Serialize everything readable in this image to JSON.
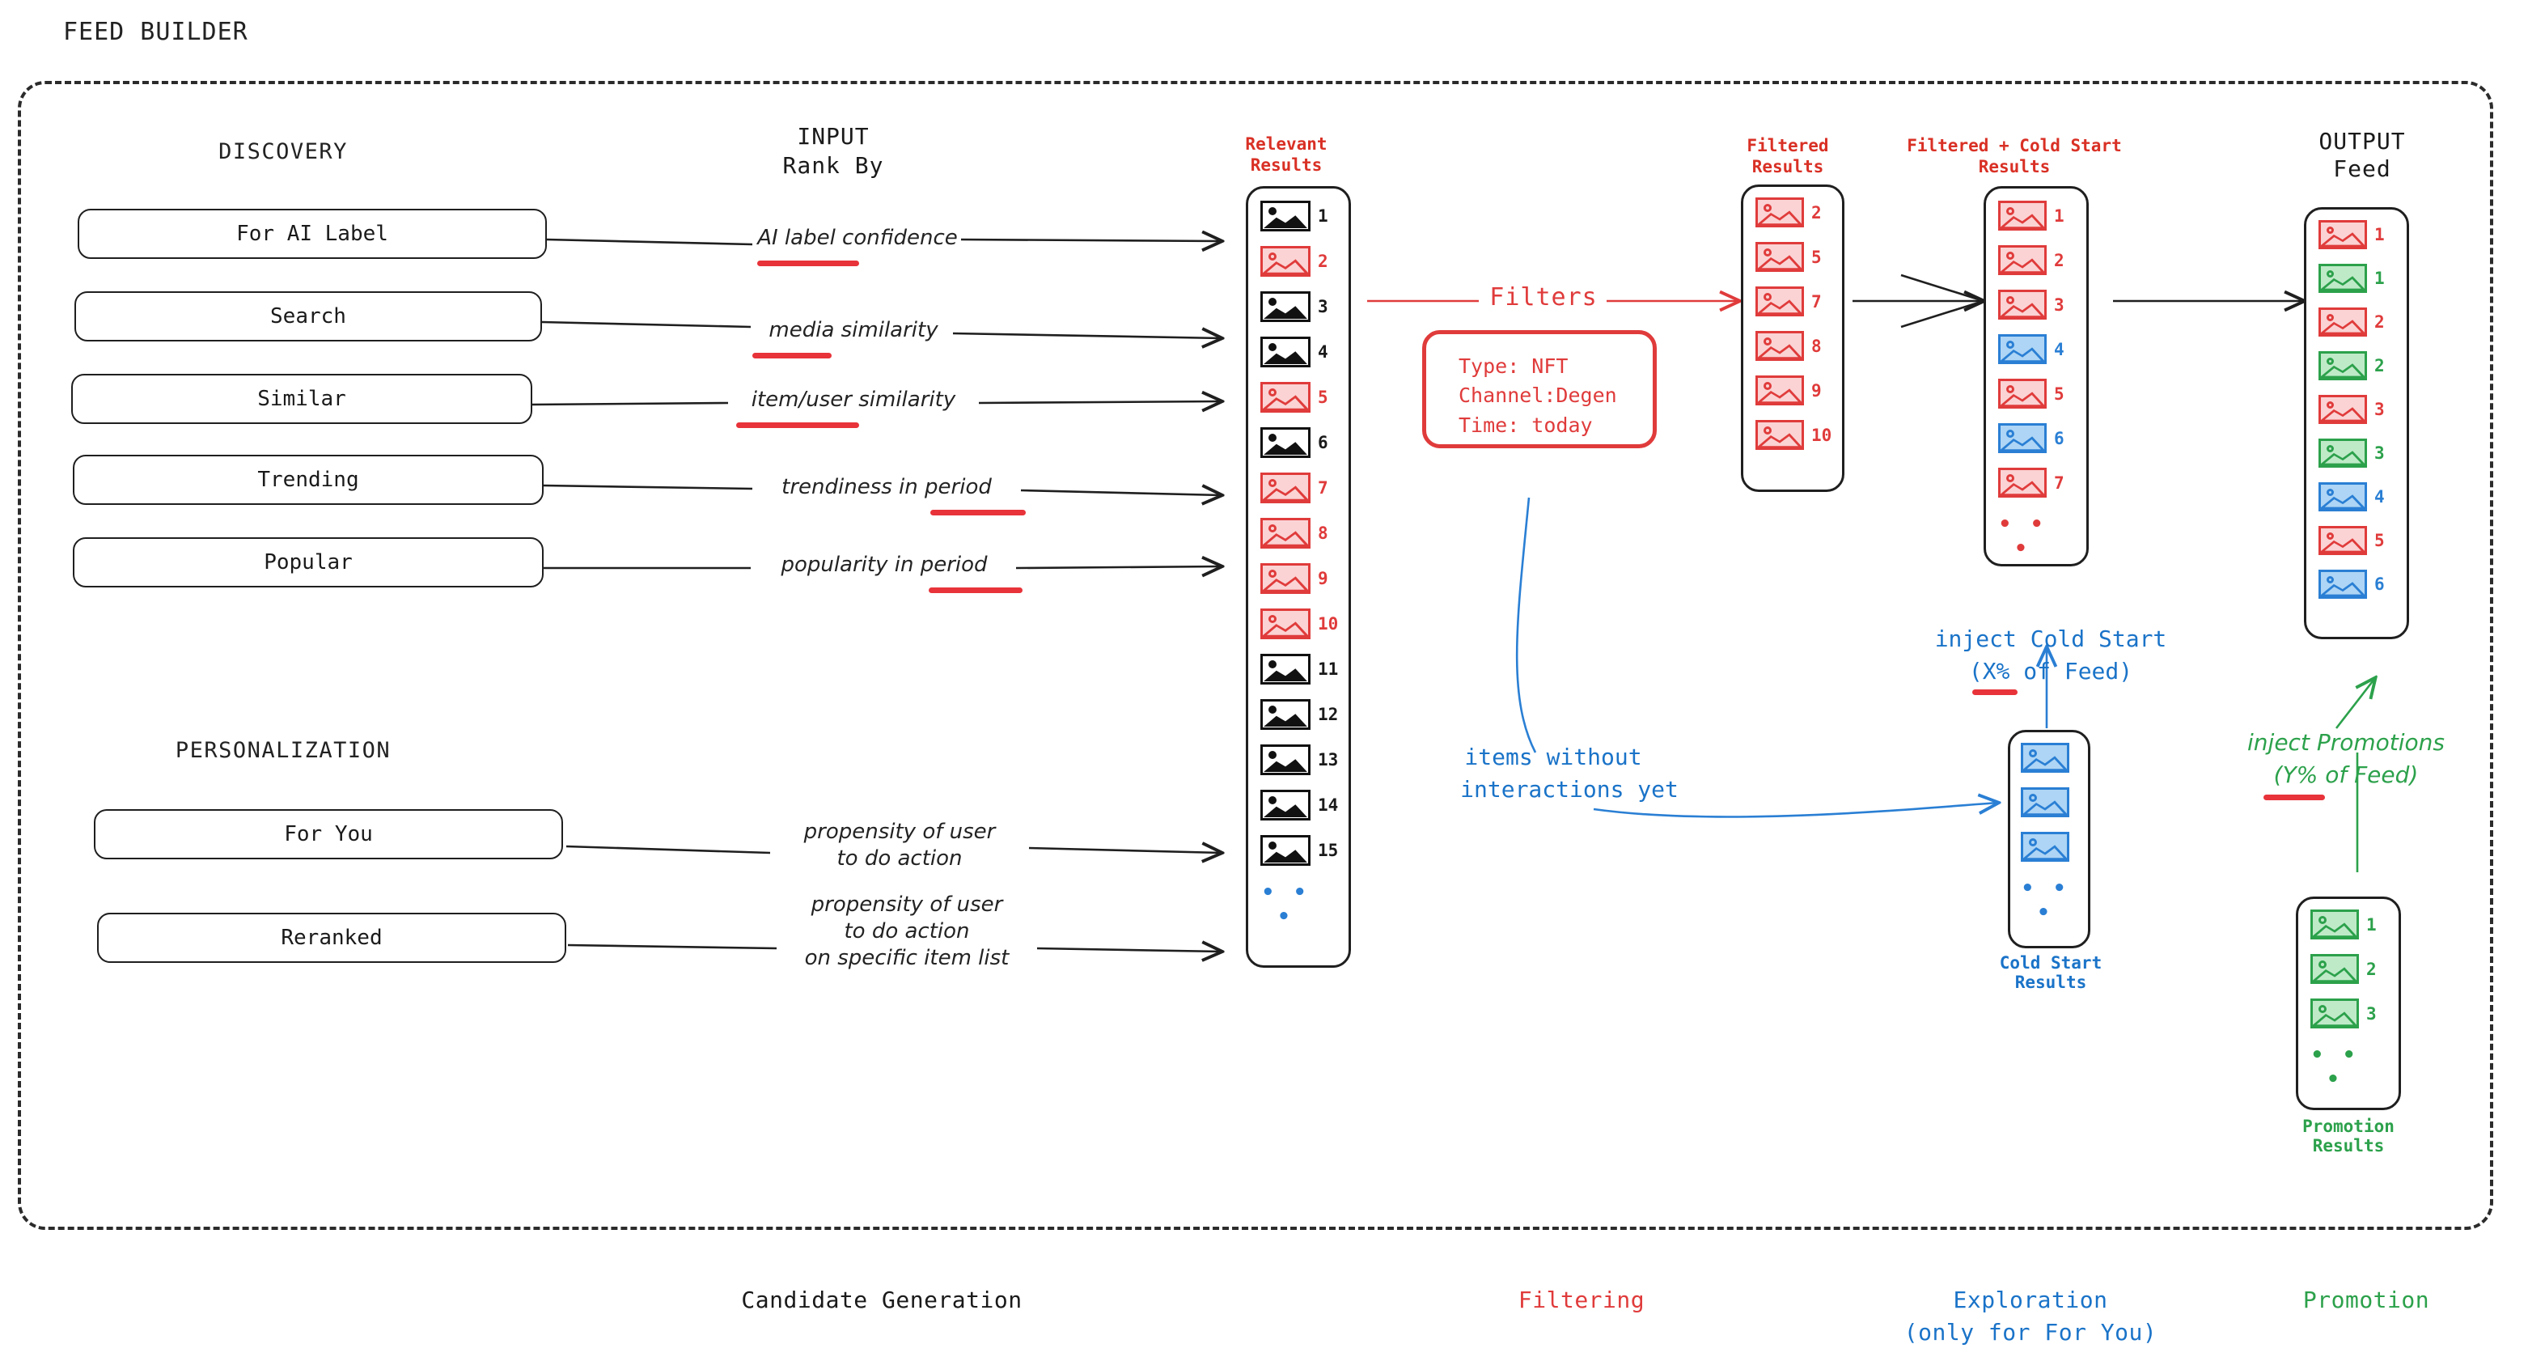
{
  "title": "FEED BUILDER",
  "sections": {
    "discovery_heading": "DISCOVERY",
    "personalization_heading": "PERSONALIZATION",
    "input_heading_line1": "INPUT",
    "input_heading_line2": "Rank By"
  },
  "discovery_sources": [
    {
      "label": "For AI Label",
      "rank_by": "AI label confidence",
      "underline_word": "AI"
    },
    {
      "label": "Search",
      "rank_by": "media similarity",
      "underline_word": "media"
    },
    {
      "label": "Similar",
      "rank_by": "item/user similarity",
      "underline_word": "item/user"
    },
    {
      "label": "Trending",
      "rank_by": "trendiness in period",
      "underline_word": "period"
    },
    {
      "label": "Popular",
      "rank_by": "popularity in period",
      "underline_word": "period"
    }
  ],
  "personalization_sources": [
    {
      "label": "For You",
      "rank_by": "propensity of user\nto do action"
    },
    {
      "label": "Reranked",
      "rank_by": "propensity of user\nto do action\non specific item list"
    }
  ],
  "columns": {
    "relevant": {
      "head_line1": "Relevant",
      "head_line2": "Results",
      "items": [
        {
          "index": "1",
          "color": "black"
        },
        {
          "index": "2",
          "color": "red"
        },
        {
          "index": "3",
          "color": "black"
        },
        {
          "index": "4",
          "color": "black"
        },
        {
          "index": "5",
          "color": "red"
        },
        {
          "index": "6",
          "color": "black"
        },
        {
          "index": "7",
          "color": "red"
        },
        {
          "index": "8",
          "color": "red"
        },
        {
          "index": "9",
          "color": "red"
        },
        {
          "index": "10",
          "color": "red"
        },
        {
          "index": "11",
          "color": "black"
        },
        {
          "index": "12",
          "color": "black"
        },
        {
          "index": "13",
          "color": "black"
        },
        {
          "index": "14",
          "color": "black"
        },
        {
          "index": "15",
          "color": "black"
        }
      ],
      "ellipsis": "• • •"
    },
    "filtered": {
      "head_line1": "Filtered",
      "head_line2": "Results",
      "items": [
        {
          "index": "2",
          "color": "red"
        },
        {
          "index": "5",
          "color": "red"
        },
        {
          "index": "7",
          "color": "red"
        },
        {
          "index": "8",
          "color": "red"
        },
        {
          "index": "9",
          "color": "red"
        },
        {
          "index": "10",
          "color": "red"
        }
      ]
    },
    "filtered_cold_start": {
      "head_line1": "Filtered + Cold Start",
      "head_line2": "Results",
      "items": [
        {
          "index": "1",
          "color": "red"
        },
        {
          "index": "2",
          "color": "red"
        },
        {
          "index": "3",
          "color": "red"
        },
        {
          "index": "4",
          "color": "blue"
        },
        {
          "index": "5",
          "color": "red"
        },
        {
          "index": "6",
          "color": "blue"
        },
        {
          "index": "7",
          "color": "red"
        }
      ],
      "ellipsis": "• • •"
    },
    "output_feed": {
      "head_line1": "OUTPUT",
      "head_line2": "Feed",
      "items": [
        {
          "index": "1",
          "color": "red"
        },
        {
          "index": "1",
          "color": "green"
        },
        {
          "index": "2",
          "color": "red"
        },
        {
          "index": "2",
          "color": "green"
        },
        {
          "index": "3",
          "color": "red"
        },
        {
          "index": "3",
          "color": "green"
        },
        {
          "index": "4",
          "color": "blue"
        },
        {
          "index": "5",
          "color": "red"
        },
        {
          "index": "6",
          "color": "blue"
        }
      ]
    },
    "cold_start": {
      "head_line1": "Cold Start",
      "head_line2": "Results",
      "items": [
        {
          "index": "",
          "color": "blue"
        },
        {
          "index": "",
          "color": "blue"
        },
        {
          "index": "",
          "color": "blue"
        }
      ],
      "ellipsis": "• • •"
    },
    "promotion": {
      "head_line1": "Promotion",
      "head_line2": "Results",
      "items": [
        {
          "index": "1",
          "color": "green"
        },
        {
          "index": "2",
          "color": "green"
        },
        {
          "index": "3",
          "color": "green"
        }
      ],
      "ellipsis": "• • •"
    }
  },
  "filters": {
    "arrow_label": "Filters",
    "line1": "Type: NFT",
    "line2": "Channel:Degen",
    "line3": "Time: today"
  },
  "annotations": {
    "cold_start_inject_line1": "inject Cold Start",
    "cold_start_inject_line2": "(X% of Feed)",
    "items_without_line1": "items without",
    "items_without_line2": "interactions yet",
    "promotions_inject_line1": "inject Promotions",
    "promotions_inject_line2": "(Y% of Feed)"
  },
  "legend": [
    {
      "line1": "Candidate Generation",
      "line2": "",
      "color": "black"
    },
    {
      "line1": "Filtering",
      "line2": "",
      "color": "red"
    },
    {
      "line1": "Exploration",
      "line2": "(only for For You)",
      "color": "blue"
    },
    {
      "line1": "Promotion",
      "line2": "",
      "color": "green"
    }
  ],
  "colors": {
    "red": "#e03b3b",
    "blue": "#2a7fd4",
    "green": "#2ca14b",
    "black": "#1a1a1a"
  }
}
